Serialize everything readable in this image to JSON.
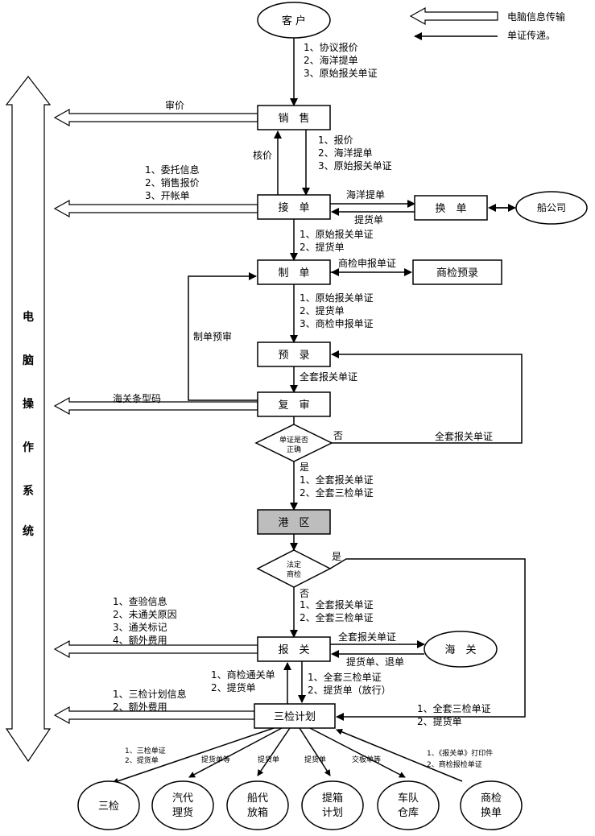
{
  "legend": {
    "info_transfer": "电脑信息传输",
    "doc_transfer": "单证传递。"
  },
  "side_system": {
    "chars": [
      "电",
      "脑",
      "操",
      "作",
      "系",
      "统"
    ]
  },
  "nodes": {
    "customer": "客 户",
    "sales": "销　售",
    "receive": "接　单",
    "exchange": "换　单",
    "shipping": "船公司",
    "make": "制　单",
    "ciq_pre": "商检预录",
    "preentry": "预　录",
    "review": "复　审",
    "decision1": [
      "单证是否",
      "正确"
    ],
    "port": "港　区",
    "decision2": [
      "法定",
      "商检"
    ],
    "declare": "报　关",
    "customs": "海　关",
    "plan": "三检计划",
    "bottom": [
      [
        "三检"
      ],
      [
        "汽代",
        "理货"
      ],
      [
        "船代",
        "放箱"
      ],
      [
        "提箱",
        "计划"
      ],
      [
        "车队",
        "仓库"
      ],
      [
        "商检",
        "换单"
      ]
    ]
  },
  "labels": {
    "cust_docs": [
      "1、协议报价",
      "2、海洋提单",
      "3、原始报关单证"
    ],
    "audit": "审价",
    "check_price": "核价",
    "sales_docs": [
      "1、报价",
      "2、海洋提单",
      "3、原始报关单证"
    ],
    "receive_info": [
      "1、委托信息",
      "2、销售报价",
      "3、开帐单"
    ],
    "ocean_bl": "海洋提单",
    "delivery": "提货单",
    "receive_docs": [
      "1、原始报关单证",
      "2、提货单"
    ],
    "ciq_docs": "商检申报单证",
    "make_docs": [
      "1、原始报关单证",
      "2、提货单",
      "3、商检申报单证"
    ],
    "make_prereview": "制单预审",
    "full_docs": "全套报关单证",
    "barcode": "海关条型码",
    "no": "否",
    "full_docs_right": "全套报关单证",
    "yes": "是",
    "port_docs": [
      "1、全套报关单证",
      "2、全套三检单证"
    ],
    "yes2": "是",
    "no2": "否",
    "port_docs2": [
      "1、全套报关单证",
      "2、全套三检单证"
    ],
    "declare_info": [
      "1、查验信息",
      "2、未通关原因",
      "3、通关标记",
      "4、额外费用"
    ],
    "full_docs_customs": "全套报关单证",
    "release_docs": "提货单、退单",
    "to_declare": [
      "1、商检通关单",
      "2、提货单"
    ],
    "from_declare": [
      "1、全套三检单证",
      "2、提货单（放行）"
    ],
    "plan_info": [
      "1、三检计划信息",
      "2、额外费用"
    ],
    "right_docs": [
      "1、全套三检单证",
      "2、提货单"
    ],
    "b1": [
      "1、三检单证",
      "2、提货单"
    ],
    "b2": "提货单等",
    "b3": "提货单",
    "b4": "提货单",
    "b5": "交板单等",
    "b6": [
      "1、《报关单》打印件",
      "2、商检报检单证"
    ]
  },
  "colors": {
    "port_fill": "#bdbdbd"
  }
}
